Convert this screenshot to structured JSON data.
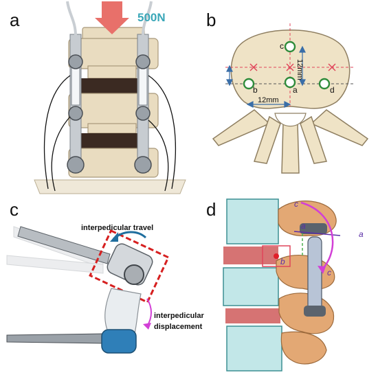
{
  "panels": {
    "a": {
      "label": "a",
      "force": "500N",
      "colors": {
        "arrow": "#e8706a",
        "force_text": "#3aa7b8",
        "bone": "#e9dcc0",
        "disc": "#3b2a22",
        "metal": "#9aa1a8"
      }
    },
    "b": {
      "label": "b",
      "points": [
        "a",
        "b",
        "c",
        "d"
      ],
      "dim_horizontal": "12mm",
      "dim_vertical": "12mm",
      "colors": {
        "bone": "#efe3c6",
        "marker": "#2e8b3a",
        "cross": "#e0455a",
        "dim": "#3a6ea8"
      }
    },
    "c": {
      "label": "c",
      "travel": "interpedicular travel",
      "displacement_line1": "interpedicular",
      "displacement_line2": "displacement",
      "colors": {
        "travel_arrow": "#1f6e9e",
        "displacement_arrow": "#d23fd6",
        "box": "#d62020",
        "connector": "#2f7fb8"
      }
    },
    "d": {
      "label": "d",
      "markers": [
        "a",
        "a",
        "b",
        "c",
        "c"
      ],
      "colors": {
        "bone": "#e3a874",
        "disc": "#cf5a5a",
        "glass": "#8fd3d6",
        "arc": "#d23fd6",
        "line": "#5a2ea6",
        "dash": "#4caf50"
      }
    }
  }
}
